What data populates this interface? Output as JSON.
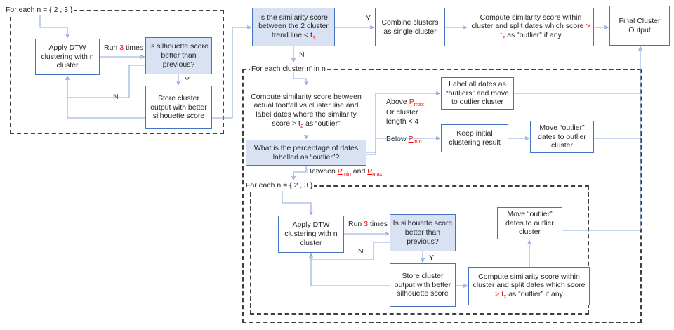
{
  "diagram": {
    "title": "DTW clustering and outlier detection flowchart",
    "colors": {
      "box_border": "#4472C4",
      "box_fill_shaded": "#D9E2F3",
      "box_fill_plain": "#FFFFFF",
      "connector": "#8EAADB",
      "dashed_container": "#3F3F3F",
      "accent_red": "#FF0000",
      "text": "#262626"
    },
    "containers": [
      {
        "id": "outer-loop-top-left",
        "label": "For each n = { 2 , 3 }"
      },
      {
        "id": "cluster-loop",
        "label": "For each cluster n' in n"
      },
      {
        "id": "inner-loop-bottom",
        "label": "For each n = { 2 , 3 }"
      }
    ],
    "nodes": {
      "apply_dtw_top": "Apply DTW clustering with n cluster",
      "silhouette_check_top": "Is silhouette score better than previous?",
      "store_cluster_top": "Store cluster output with better silhouette score",
      "similarity_trendline": "Is the similarity score between the 2 cluster trend line < t",
      "similarity_trendline_sub": "1",
      "combine_clusters": "Combine clusters as single cluster",
      "compute_within_top_a": "Compute similarity score within cluster and split dates which score",
      "compute_within_top_b": "> t",
      "compute_within_top_sub": "2",
      "compute_within_top_c": " as “outlier” if any",
      "final_cluster_output": "Final Cluster Output",
      "compute_similarity_footfall_a": "Compute similarity score between actual footfall vs cluster line and label dates where the similarity score > t",
      "compute_similarity_footfall_sub": "2",
      "compute_similarity_footfall_b": " as “outlier”",
      "percentage_question": "What is the percentage of dates labelled as “outlier”?",
      "label_all_outliers": "Label all dates as “outliers” and move to outlier cluster",
      "keep_initial": "Keep initial clustering result",
      "move_outlier_mid": "Move “outlier” dates to outlier cluster",
      "apply_dtw_bottom": "Apply DTW clustering with n cluster",
      "silhouette_check_bottom": "Is silhouette score better than previous?",
      "store_cluster_bottom": "Store cluster output with better silhouette score",
      "move_outlier_bottom": "Move “outlier” dates to outlier cluster",
      "compute_within_bottom_a": "Compute similarity score within cluster and split dates which score",
      "compute_within_bottom_b": "> t",
      "compute_within_bottom_sub": "2",
      "compute_within_bottom_c": " as “outlier” if any"
    },
    "edge_labels": {
      "run_times_top_pre": "Run ",
      "run_times_top_num": "3",
      "run_times_top_post": " times",
      "n_top": "N",
      "y_top": "Y",
      "y_trendline": "Y",
      "n_trendline": "N",
      "above_pmax_line1_pre": "Above ",
      "above_pmax_line1_var": "P",
      "above_pmax_line1_sub": "max",
      "above_pmax_line2": "Or cluster",
      "above_pmax_line3": "length < 4",
      "below_pmin_pre": "Below ",
      "below_pmin_var": "P",
      "below_pmin_sub": "min",
      "between_pre": "Between ",
      "between_var1": "P",
      "between_sub1": "min",
      "between_mid": " and ",
      "between_var2": "P",
      "between_sub2": "max",
      "run_times_bottom_pre": "Run ",
      "run_times_bottom_num": "3",
      "run_times_bottom_post": " times",
      "n_bottom": "N",
      "y_bottom": "Y"
    }
  }
}
